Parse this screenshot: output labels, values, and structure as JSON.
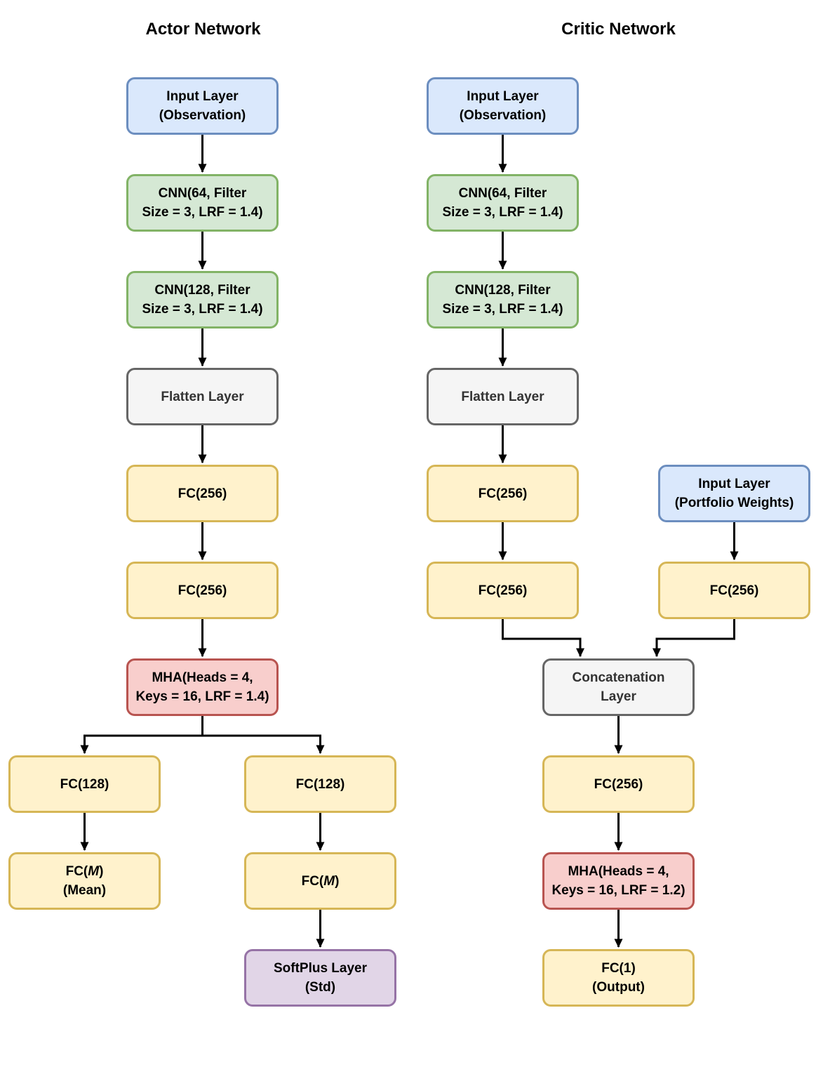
{
  "titles": {
    "actor": "Actor Network",
    "critic": "Critic Network"
  },
  "palette": {
    "input_fill": "#dae8fc",
    "input_border": "#6c8ebf",
    "cnn_fill": "#d5e8d4",
    "cnn_border": "#82b366",
    "utility_fill": "#f5f5f5",
    "utility_border": "#666666",
    "fc_fill": "#fff2cc",
    "fc_border": "#d6b656",
    "mha_fill": "#f8cecc",
    "mha_border": "#b85450",
    "softplus_fill": "#e1d5e7",
    "softplus_border": "#9673a6",
    "arrow": "#000000"
  },
  "nodes": {
    "actor_input": {
      "lines": [
        "Input Layer",
        "(Observation)"
      ]
    },
    "actor_cnn1": {
      "lines": [
        "CNN(64, Filter",
        "Size = 3, LRF = 1.4)"
      ]
    },
    "actor_cnn2": {
      "lines": [
        "CNN(128, Filter",
        "Size = 3, LRF = 1.4)"
      ]
    },
    "actor_flatten": {
      "lines": [
        "Flatten Layer"
      ]
    },
    "actor_fc1": {
      "lines": [
        "FC(256)"
      ]
    },
    "actor_fc2": {
      "lines": [
        "FC(256)"
      ]
    },
    "actor_mha": {
      "lines": [
        "MHA(Heads = 4,",
        "Keys = 16, LRF = 1.4)"
      ]
    },
    "actor_fc128_left": {
      "lines": [
        "FC(128)"
      ]
    },
    "actor_fc128_right": {
      "lines": [
        "FC(128)"
      ]
    },
    "actor_fcm_mean": {
      "pre": "FC(",
      "m": "M",
      "post": ")",
      "line2": "(Mean)"
    },
    "actor_fcm_std": {
      "pre": "FC(",
      "m": "M",
      "post": ")"
    },
    "actor_softplus": {
      "lines": [
        "SoftPlus Layer",
        "(Std)"
      ]
    },
    "critic_input_obs": {
      "lines": [
        "Input Layer",
        "(Observation)"
      ]
    },
    "critic_cnn1": {
      "lines": [
        "CNN(64, Filter",
        "Size = 3, LRF = 1.4)"
      ]
    },
    "critic_cnn2": {
      "lines": [
        "CNN(128, Filter",
        "Size = 3, LRF = 1.4)"
      ]
    },
    "critic_flatten": {
      "lines": [
        "Flatten Layer"
      ]
    },
    "critic_fc1": {
      "lines": [
        "FC(256)"
      ]
    },
    "critic_fc2": {
      "lines": [
        "FC(256)"
      ]
    },
    "critic_input_pw": {
      "lines": [
        "Input Layer",
        "(Portfolio Weights)"
      ]
    },
    "critic_fc_pw": {
      "lines": [
        "FC(256)"
      ]
    },
    "critic_concat": {
      "lines": [
        "Concatenation",
        "Layer"
      ]
    },
    "critic_fc3": {
      "lines": [
        "FC(256)"
      ]
    },
    "critic_mha": {
      "lines": [
        "MHA(Heads = 4,",
        "Keys = 16, LRF = 1.2)"
      ]
    },
    "critic_fc_out": {
      "lines": [
        "FC(1)",
        "(Output)"
      ]
    }
  }
}
